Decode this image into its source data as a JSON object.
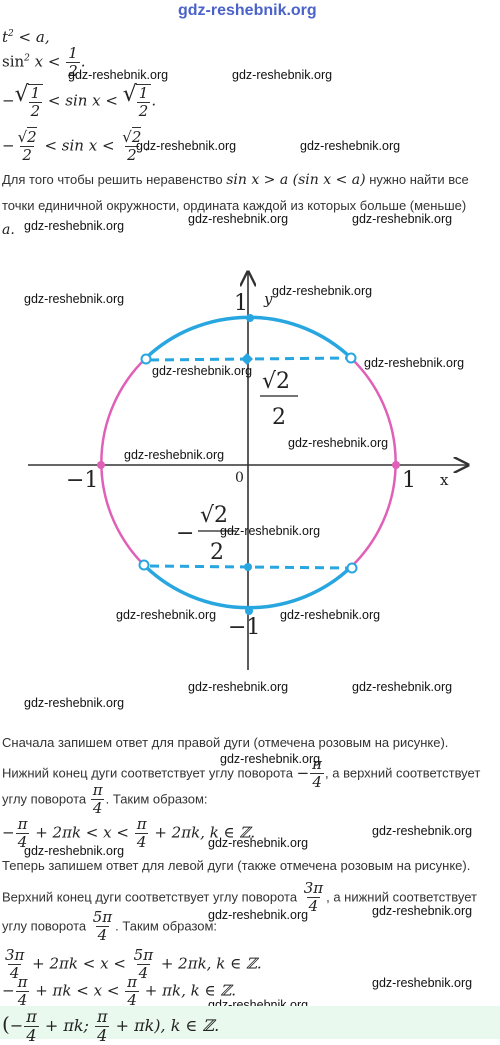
{
  "watermark": "gdz-reshebnik.org",
  "math": {
    "l1": "t",
    "l1_sup": "2",
    "l1_rest": " < a,",
    "l2_a": "sin",
    "l2_sup": "2",
    "l2_b": " x < ",
    "l2_num": "1",
    "l2_den": "2",
    "l2_end": ".",
    "l3_minus": "−",
    "l3_num": "1",
    "l3_den": "2",
    "l3_mid": " < sin x < ",
    "l3_num2": "1",
    "l3_den2": "2",
    "l3_end": ".",
    "l4_minus": "−",
    "l4_num": "2",
    "l4_den": "2",
    "l4_mid": " < sin x < ",
    "l4_num2": "2",
    "l4_den2": "2",
    "l4_end": "."
  },
  "text": {
    "p1a": "Для того чтобы решить неравенство ",
    "p1m": "sin x > a (sin x < a)",
    "p1b": " нужно найти все",
    "p1c": "точки единичной окружности, ордината каждой из которых больше (меньше)",
    "p1d": "a.",
    "p2": "Сначала запишем ответ для правой дуги (отмечена розовым на рисунке).",
    "p3a": "Нижний конец дуги соответствует углу поворота ",
    "p3b": ", а верхний соответствует",
    "p4a": "углу поворота ",
    "p4b": ". Таким образом:",
    "p5": "Теперь запишем ответ для левой дуги (также отмечена розовым на рисунке).",
    "p6a": "Верхний конец дуги соответствует углу поворота ",
    "p6b": ", а нижний соответствует",
    "p7a": "углу поворота ",
    "p7b": ". Таким образом:"
  },
  "fracs": {
    "pi": "π",
    "four": "4",
    "three_pi": "3π",
    "five_pi": "5π",
    "minus": "−"
  },
  "formulas": {
    "right_arc_mid": " + 2πk < x < ",
    "right_arc_end": " + 2πk,  k ∈ ℤ.",
    "left_arc_mid": " + 2πk < x < ",
    "left_arc_end": " + 2πk,  k ∈ ℤ.",
    "general_mid": " + πk < x < ",
    "general_end": " + πk,  k ∈ ℤ.",
    "answer_open": "(",
    "answer_mid": " + πk;  ",
    "answer_close": " + πk),  k ∈ ℤ."
  },
  "diagram": {
    "y_axis": "y",
    "x_axis": "x",
    "origin": "0",
    "one_top": "1",
    "one_right": "1",
    "minus_one_left": "−1",
    "minus_one_bottom": "−1",
    "sqrt2_num": "√2",
    "sqrt2_den": "2",
    "minus": "−",
    "colors": {
      "blue": "#27a6e0",
      "pink": "#e060b8",
      "axis": "#333333"
    }
  }
}
